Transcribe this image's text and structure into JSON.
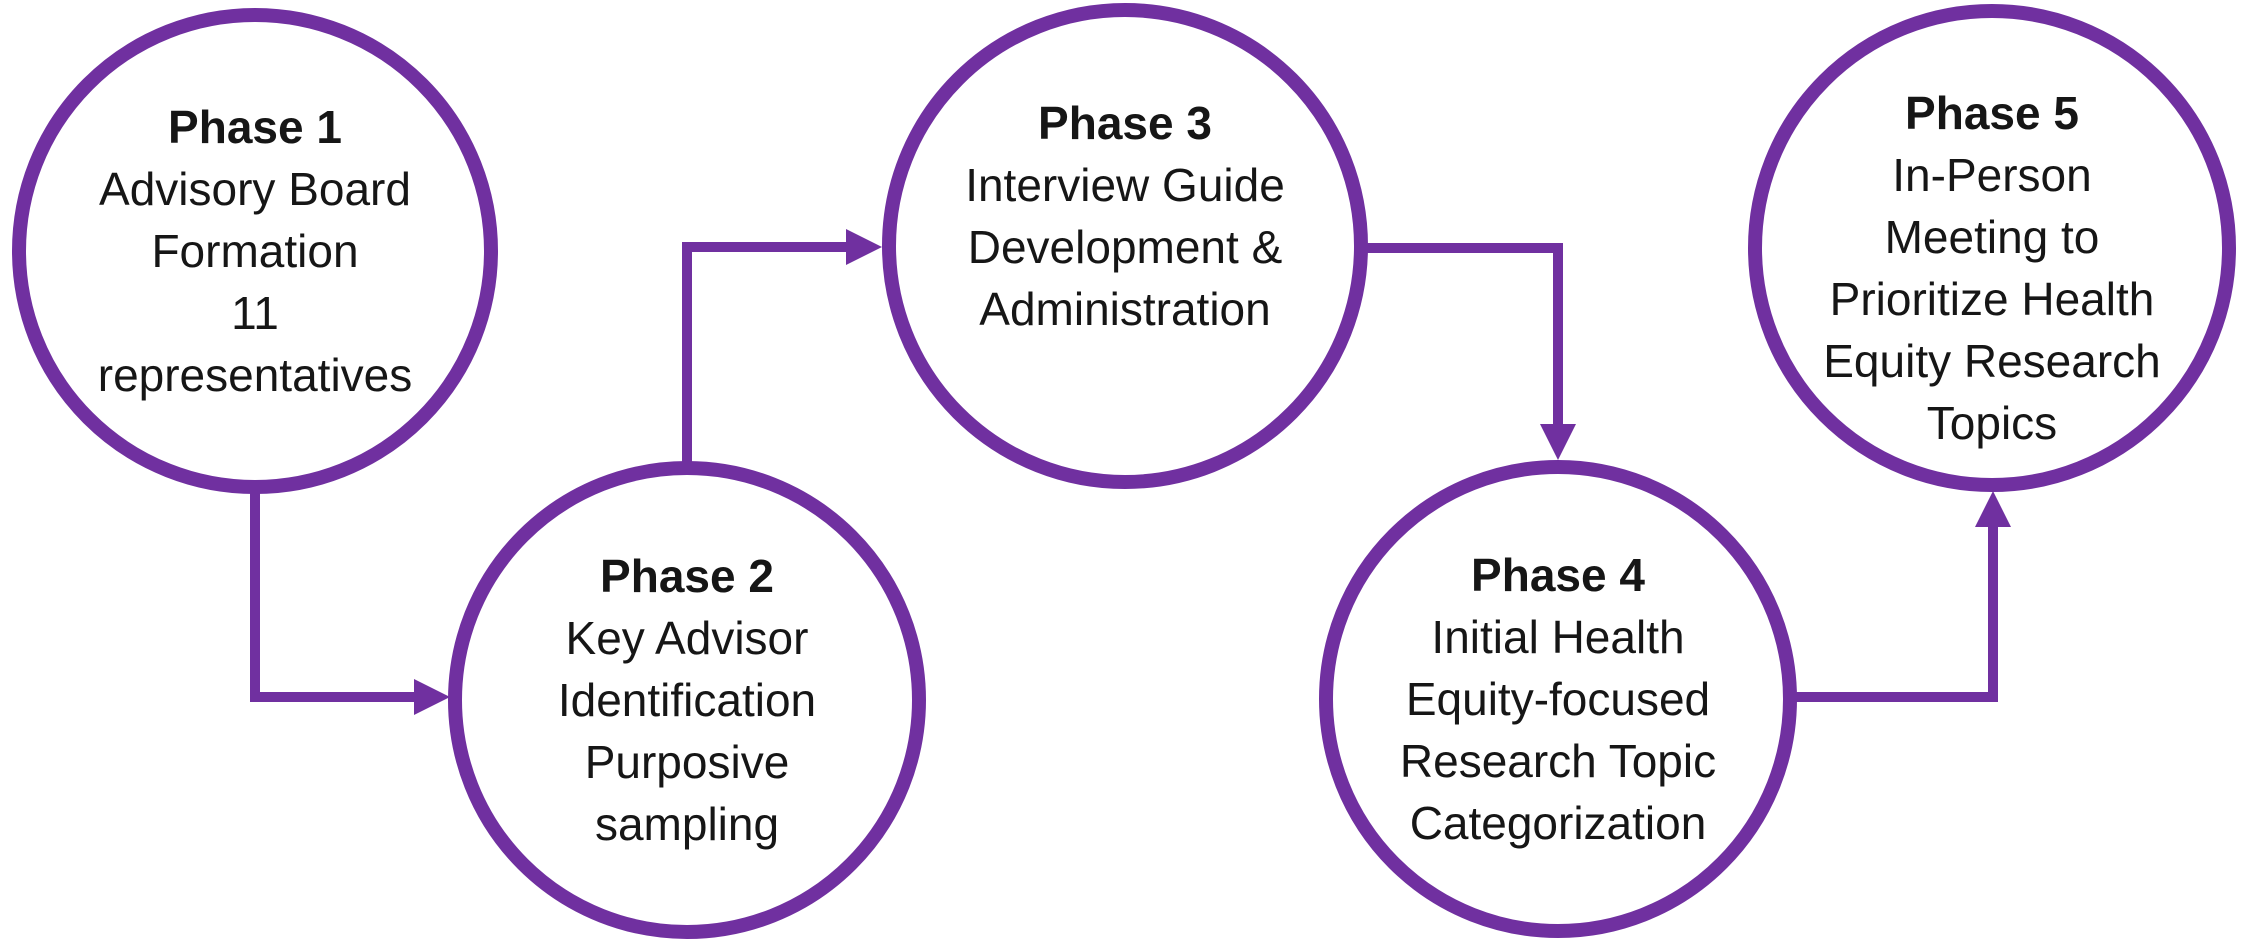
{
  "diagram": {
    "accent_color": "#7030A0",
    "text_color": "#161616",
    "background_color": "#ffffff",
    "phases": [
      {
        "title": "Phase 1",
        "lines": [
          "Advisory Board",
          "Formation",
          "11",
          "representatives"
        ]
      },
      {
        "title": "Phase 2",
        "lines": [
          "Key Advisor",
          "Identification",
          "Purposive",
          "sampling"
        ]
      },
      {
        "title": "Phase 3",
        "lines": [
          "Interview Guide",
          "Development &",
          "Administration"
        ]
      },
      {
        "title": "Phase 4",
        "lines": [
          "Initial Health",
          "Equity-focused",
          "Research Topic",
          "Categorization"
        ]
      },
      {
        "title": "Phase 5",
        "lines": [
          "In-Person",
          "Meeting to",
          "Prioritize Health",
          "Equity Research",
          "Topics"
        ]
      }
    ]
  }
}
